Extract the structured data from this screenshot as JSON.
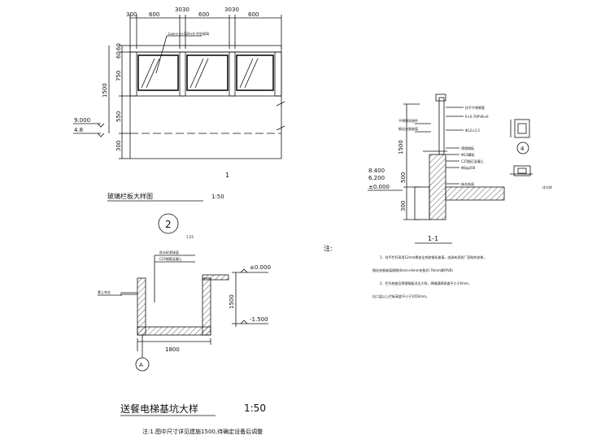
{
  "railing": {
    "top_dims": [
      "300",
      "600",
      "30",
      "30",
      "600",
      "30",
      "30",
      "600"
    ],
    "side_dims": [
      "60",
      "60",
      "750",
      "1500",
      "550",
      "300"
    ],
    "level_top": "9.000",
    "level_bot": "4.8",
    "leader_note": "Low-e 6+12A+6 中空玻璃",
    "center_label": "1",
    "title": "玻璃栏板大样图",
    "scale": "1:50",
    "bubble": "2",
    "bubble_sub": "1:25"
  },
  "section": {
    "dims": [
      "1500",
      "500",
      "300"
    ],
    "levels": [
      "8.400",
      "6.200",
      "±0.000"
    ],
    "notes": [
      "扶手不锈钢管",
      "6+0.76PVB+6",
      "不锈钢驳接件",
      "钢化夹胶玻璃",
      "Φ12×2.5",
      "预埋钢板",
      "M12螺栓",
      "C25细石混凝土",
      "Φ8@200",
      "抹灰饰面"
    ],
    "title": "1-1",
    "detail_bubble": "4",
    "detail_label": "详大样"
  },
  "notes": {
    "label": "注:",
    "lines": [
      "1、扶手栏杆采用12mm厚安全夹胶钢化玻璃，由具有资质厂家制作安装，",
      "钢化夹胶玻璃规格(6mm+6mm夹胶)0.76mm厚(PVB)",
      "2、栏杆底座及预埋钢板详见大样，焊缝满焊高度不小于6mm，",
      "自二层以上栏板高度不小于1050mm。"
    ]
  },
  "pit": {
    "levels": [
      "±0.000",
      "-1.500"
    ],
    "dim_h": "1500",
    "dim_w": "1800",
    "axis": "A",
    "leader_notes": [
      "防水砂浆抹面",
      "C25钢筋混凝土",
      "素土夯实"
    ],
    "title": "送餐电梯基坑大样",
    "scale": "1:50",
    "note": "注:1.图中尺寸详见建施1500,待确定设备后调整"
  }
}
